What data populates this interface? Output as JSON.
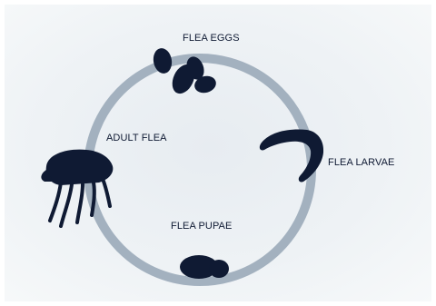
{
  "diagram": {
    "stages": {
      "eggs": "FLEA EGGS",
      "larvae": "FLEA LARVAE",
      "pupae": "FLEA PUPAE",
      "adult": "ADULT FLEA"
    },
    "colors": {
      "cycle_ring": "#a3b1bf",
      "organism": "#0f1a33",
      "background": "#eaeef2"
    }
  }
}
